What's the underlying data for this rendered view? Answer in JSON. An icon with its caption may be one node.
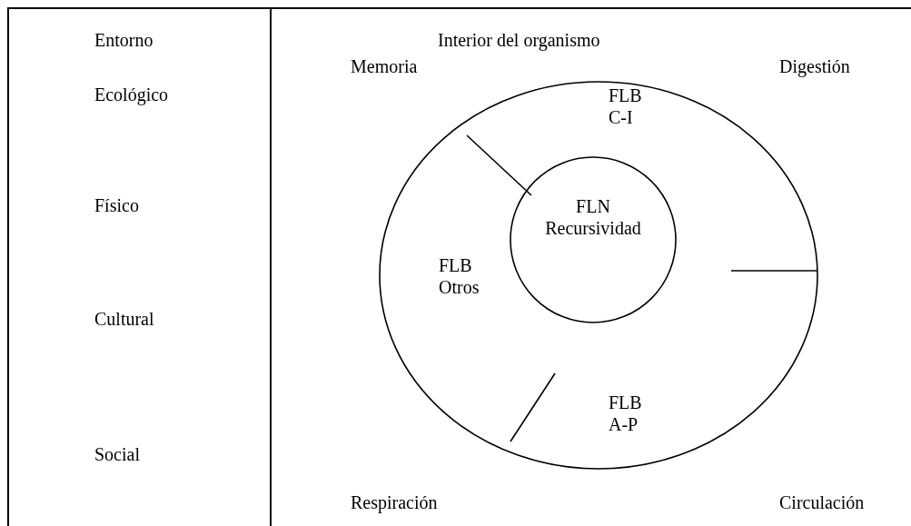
{
  "diagram": {
    "nodes": [
      {
        "text": [
          "Entorno",
          "Ecológico",
          "Físico",
          "Cultural",
          "Social"
        ]
      },
      {
        "text": [
          "Interior del organismo"
        ]
      },
      {
        "text": [
          "FLB C-I",
          "FLB Otros",
          "FLB A-P"
        ],
        "in": 1
      },
      {
        "text": [
          "FLN Recursividad"
        ],
        "in": 2
      }
    ],
    "edges": [],
    "labels": [
      "Memoria",
      "Digestión",
      "Respiración",
      "Circulación"
    ]
  }
}
